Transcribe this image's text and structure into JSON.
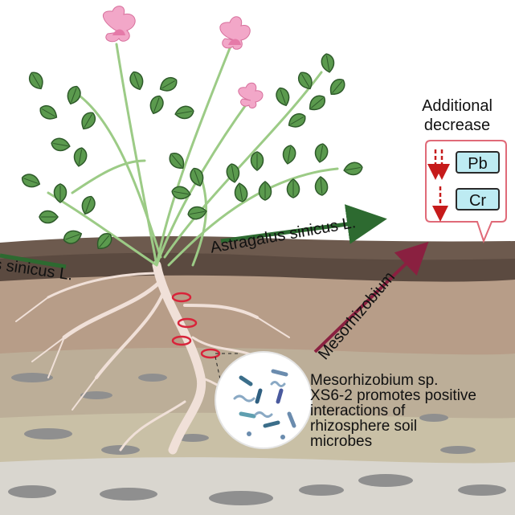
{
  "diagram": {
    "plant_label": "Astragalus sinicus L.",
    "plant_label_cut": "s sinicus L.",
    "bacteria_label": "Mesorhizobium",
    "callout": {
      "title_line1": "Additional",
      "title_line2": "decrease",
      "elements": [
        "Pb",
        "Cr"
      ]
    },
    "description_lines": [
      "Mesorhizobium sp.",
      "XS6-2 promotes positive",
      "interactions of",
      "rhizosphere soil",
      "microbes"
    ],
    "colors": {
      "leaf": "#5b9a4e",
      "leaf_vein": "#2e5a2a",
      "flower": "#f2a7c8",
      "stem": "#9ccb86",
      "arrow_green": "#2d6a30",
      "arrow_maroon": "#8a2040",
      "soil_top": "#5b4a40",
      "soil_mid": "#b79d88",
      "soil_low": "#c9c0a6",
      "pebbles": "#8f8f8f",
      "nodule": "#d8243a",
      "callout_border": "#e06a78",
      "element_box": "#bdebf2",
      "down_arrow": "#c61b1b"
    },
    "icons": [
      "leaf-icon",
      "flower-icon",
      "root-nodule-icon",
      "bacteria-icon",
      "down-arrow-icon"
    ]
  }
}
